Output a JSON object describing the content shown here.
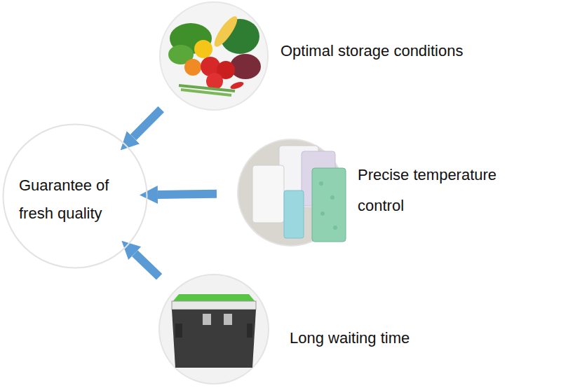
{
  "diagram": {
    "nodes": [
      {
        "text": [
          "Guarantee of fresh quality"
        ]
      },
      {
        "text": [
          "Optimal storage conditions"
        ]
      },
      {
        "text": [
          "Precise temperature control"
        ]
      },
      {
        "text": [
          "Long waiting time"
        ]
      }
    ],
    "edges": [
      {
        "from": 1,
        "to": 0,
        "arrow": "to"
      },
      {
        "from": 2,
        "to": 0,
        "arrow": "to"
      },
      {
        "from": 3,
        "to": 0,
        "arrow": "to"
      }
    ]
  }
}
